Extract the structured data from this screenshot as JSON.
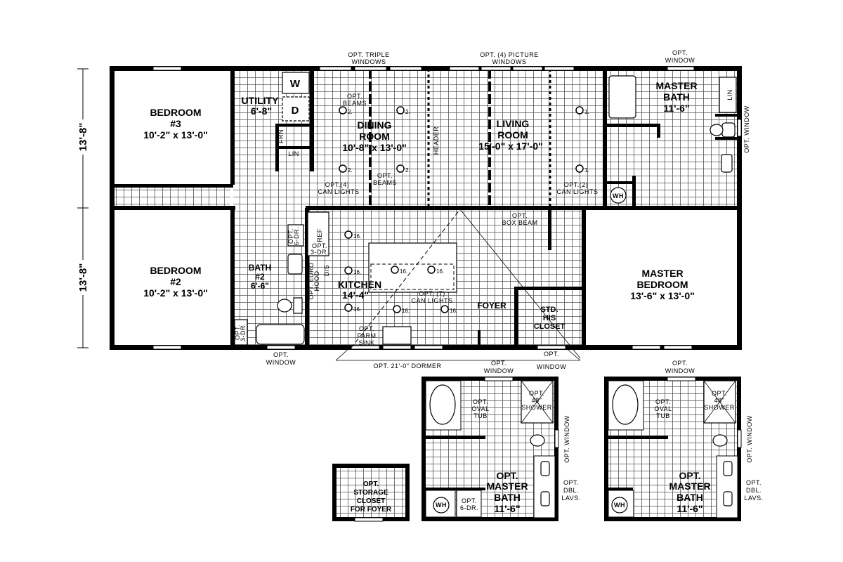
{
  "dimensions": {
    "left_upper": "13'-8\"",
    "left_lower": "13'-8\""
  },
  "rooms": {
    "bedroom3": {
      "name": "BEDROOM",
      "num": "#3",
      "size": "10'-2\" x 13'-0\""
    },
    "bedroom2": {
      "name": "BEDROOM",
      "num": "#2",
      "size": "10'-2\" x 13'-0\""
    },
    "utility": {
      "name": "UTILITY",
      "size": "6'-8\"",
      "washer": "W",
      "dryer": "D",
      "frn": "FRN",
      "lin": "LIN"
    },
    "dining": {
      "name1": "DINING",
      "name2": "ROOM",
      "size": "10'-8\" x 13'-0\""
    },
    "living": {
      "name1": "LIVING",
      "name2": "ROOM",
      "size": "15'-0\" x 17'-0\""
    },
    "master_bath": {
      "name1": "MASTER",
      "name2": "BATH",
      "size": "11'-6\"",
      "lin": "LIN",
      "wh": "WH"
    },
    "kitchen": {
      "name": "KITCHEN",
      "size": "14'-4\"",
      "ref": "REF",
      "ds": "D/S"
    },
    "bath2": {
      "name1": "BATH",
      "name2": "#2",
      "size": "6'-6\""
    },
    "foyer": {
      "name": "FOYER"
    },
    "closet": {
      "l1": "STD.",
      "l2": "HIS",
      "l3": "CLOSET"
    },
    "master_bedroom": {
      "name1": "MASTER",
      "name2": "BEDROOM",
      "size": "13'-6\" x 13'-0\""
    }
  },
  "notes": {
    "triple_windows": [
      "OPT. TRIPLE",
      "WINDOWS"
    ],
    "picture_windows": [
      "OPT. (4) PICTURE",
      "WINDOWS"
    ],
    "mb_window_top": [
      "OPT.",
      "WINDOW"
    ],
    "mb_window_side": "OPT. WINDOW",
    "beams_top": [
      "OPT.",
      "BEAMS"
    ],
    "beams_bottom": [
      "OPT.",
      "BEAMS"
    ],
    "header": "HEADER",
    "can_lights_4": [
      "OPT.(4)",
      "CAN LIGHTS"
    ],
    "can_lights_2": [
      "OPT.(2)",
      "CAN LIGHTS"
    ],
    "can_lights_7": [
      "OPT. (7)",
      "CAN LIGHTS"
    ],
    "box_beam": [
      "OPT.",
      "BOX BEAM"
    ],
    "opt_6dr": [
      "OPT.",
      "6-DR."
    ],
    "opt_3dr_kitchen": [
      "OPT.",
      "3-DR."
    ],
    "opt_3dr_bath": [
      "OPT.",
      "3-DR."
    ],
    "euro_hood": [
      "OPT. EURO",
      "HOOD"
    ],
    "farm_sink": [
      "OPT.",
      "FARM",
      "SINK"
    ],
    "bath2_window": [
      "OPT.",
      "WINDOW"
    ],
    "dormer": "OPT. 21'-0\" DORMER",
    "foyer_window": [
      "OPT.",
      "WINDOW"
    ],
    "light_marks": {
      "dining": "2",
      "living": "1",
      "kitchen": "16"
    }
  },
  "opt_master_bath_1": {
    "window_top": [
      "OPT.",
      "WINDOW"
    ],
    "tub": [
      "OPT.",
      "OVAL",
      "TUB"
    ],
    "shower": [
      "OPT.",
      "48\"",
      "SHOWER"
    ],
    "window_side": "OPT. WINDOW",
    "name1": "OPT.",
    "name2": "MASTER",
    "name3": "BATH",
    "size": "11'-6\"",
    "dr": [
      "OPT.",
      "6-DR."
    ],
    "lavs": [
      "OPT.",
      "DBL.",
      "LAVS."
    ],
    "wh": "WH"
  },
  "opt_master_bath_2": {
    "window_top": [
      "OPT.",
      "WINDOW"
    ],
    "tub": [
      "OPT.",
      "OVAL",
      "TUB"
    ],
    "shower": [
      "OPT.",
      "48\"",
      "SHOWER"
    ],
    "window_side": "OPT. WINDOW",
    "name1": "OPT.",
    "name2": "MASTER",
    "name3": "BATH",
    "size": "11'-6\"",
    "lavs": [
      "OPT.",
      "DBL.",
      "LAVS."
    ],
    "wh": "WH"
  },
  "storage_closet": {
    "l1": "OPT.",
    "l2": "STORAGE",
    "l3": "CLOSET",
    "l4": "FOR FOYER"
  }
}
